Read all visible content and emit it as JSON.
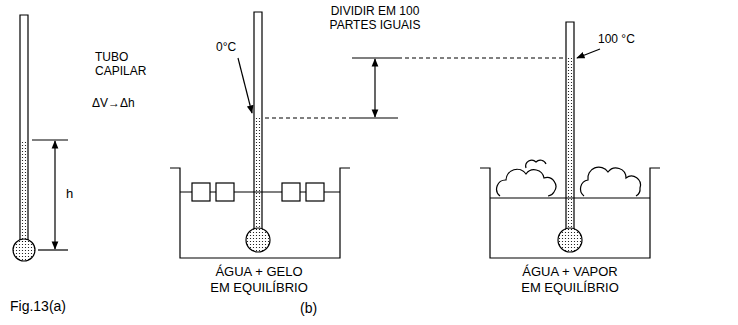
{
  "diagram": {
    "labels": [
      "TUBO CAPILAR",
      "ΔV→Δh",
      "h",
      "Fig.13(a)",
      "DIVIDIR EM 100 PARTES IGUAIS",
      "0°C",
      "100 °C",
      "ÁGUA + GELO EM EQUILÍBRIO",
      "ÁGUA + VAPOR EM EQUILÍBRIO",
      "(b)"
    ]
  }
}
